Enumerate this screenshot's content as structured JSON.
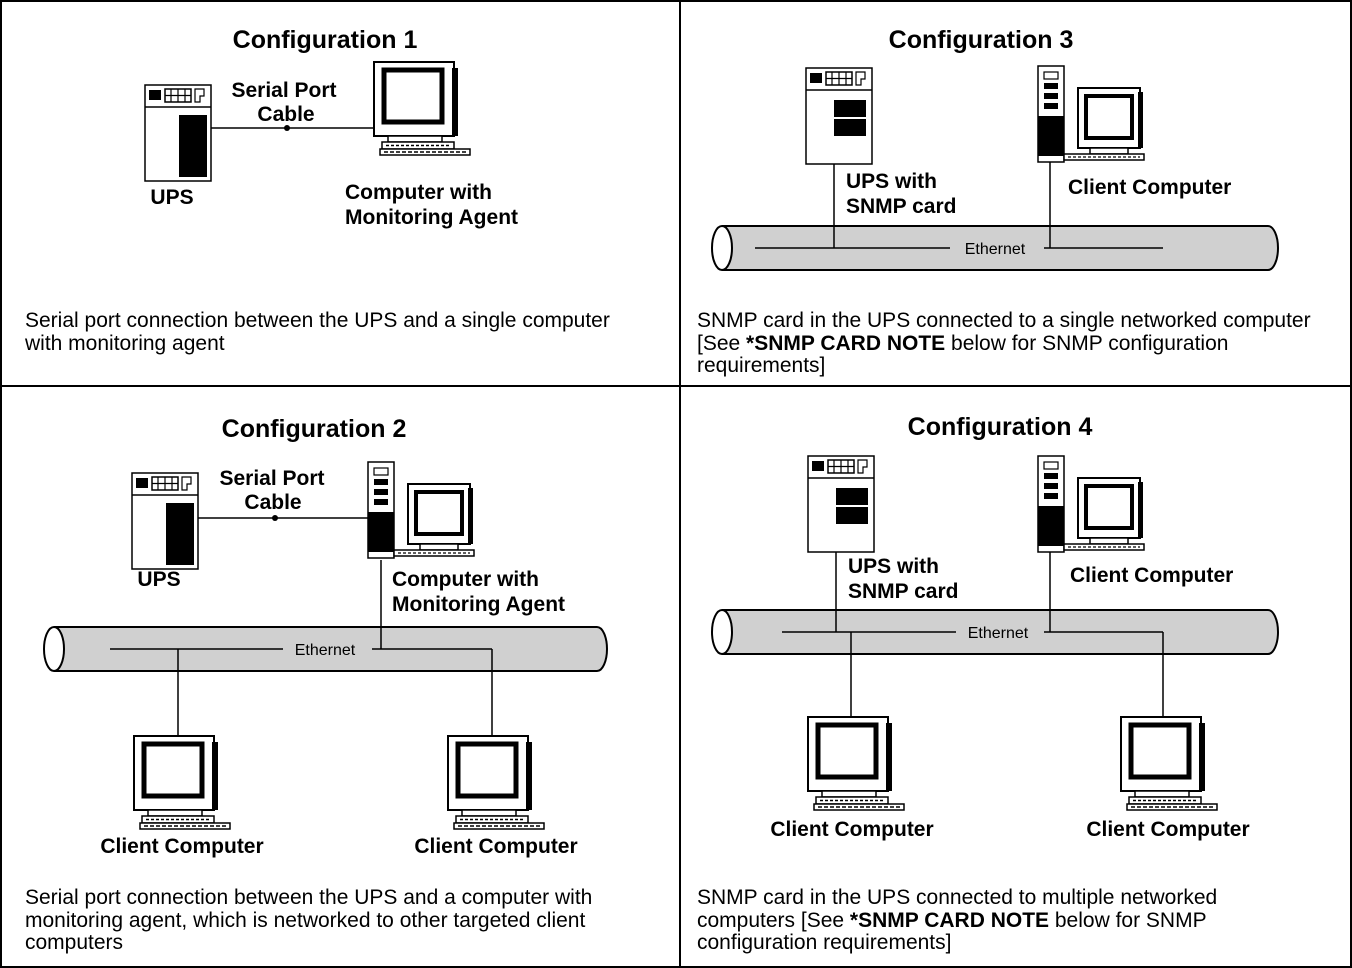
{
  "configs": [
    {
      "title": "Configuration 1",
      "labels": {
        "ups": "UPS",
        "cable1": "Serial Port",
        "cable2": "Cable",
        "comp1": "Computer with",
        "comp2": "Monitoring Agent"
      },
      "desc": "Serial port connection between the UPS and a single computer with monitoring agent"
    },
    {
      "title": "Configuration 2",
      "labels": {
        "ups": "UPS",
        "cable1": "Serial Port",
        "cable2": "Cable",
        "comp1": "Computer  with",
        "comp2": "Monitoring Agent",
        "ethernet": "Ethernet",
        "client_a": "Client Computer",
        "client_b": "Client Computer"
      },
      "desc": "Serial port connection between the UPS and a computer with monitoring agent, which is networked to other targeted client computers"
    },
    {
      "title": "Configuration 3",
      "labels": {
        "ups1": "UPS with",
        "ups2": "SNMP card",
        "client": "Client Computer",
        "ethernet": "Ethernet"
      },
      "desc_pre": "SNMP card in the UPS connected to a single networked computer [See ",
      "desc_bold": "*SNMP CARD NOTE",
      "desc_post": " below for SNMP configuration requirements]"
    },
    {
      "title": "Configuration 4",
      "labels": {
        "ups1": "UPS with",
        "ups2": "SNMP card",
        "client": "Client Computer",
        "ethernet": "Ethernet",
        "client_a": "Client Computer",
        "client_b": "Client Computer"
      },
      "desc_pre": "SNMP card in the UPS connected to multiple networked computers [See ",
      "desc_bold": "*SNMP CARD NOTE",
      "desc_post": " below for SNMP configuration requirements]"
    }
  ]
}
